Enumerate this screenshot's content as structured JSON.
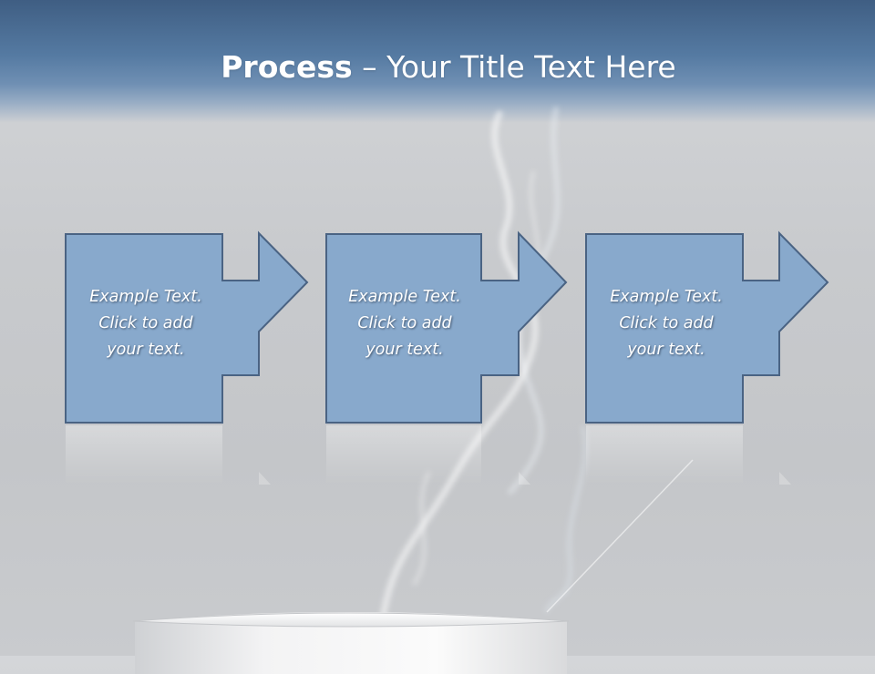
{
  "slide": {
    "title_bold": "Process",
    "title_rest": " – Your Title Text Here"
  },
  "colors": {
    "header_blue": "#4a6d95",
    "shape_fill": "#88a9cc",
    "shape_stroke": "#4a6383",
    "background": "#c8cacd"
  },
  "steps": [
    {
      "line1": "Example Text.",
      "line2": "Click  to add",
      "line3": "your text."
    },
    {
      "line1": "Example Text.",
      "line2": "Click  to add",
      "line3": "your text."
    },
    {
      "line1": "Example Text.",
      "line2": "Click  to add",
      "line3": "your text."
    }
  ],
  "icons": {
    "step_shape": "box-with-right-arrow",
    "decoration": "steaming-coffee-cup"
  }
}
